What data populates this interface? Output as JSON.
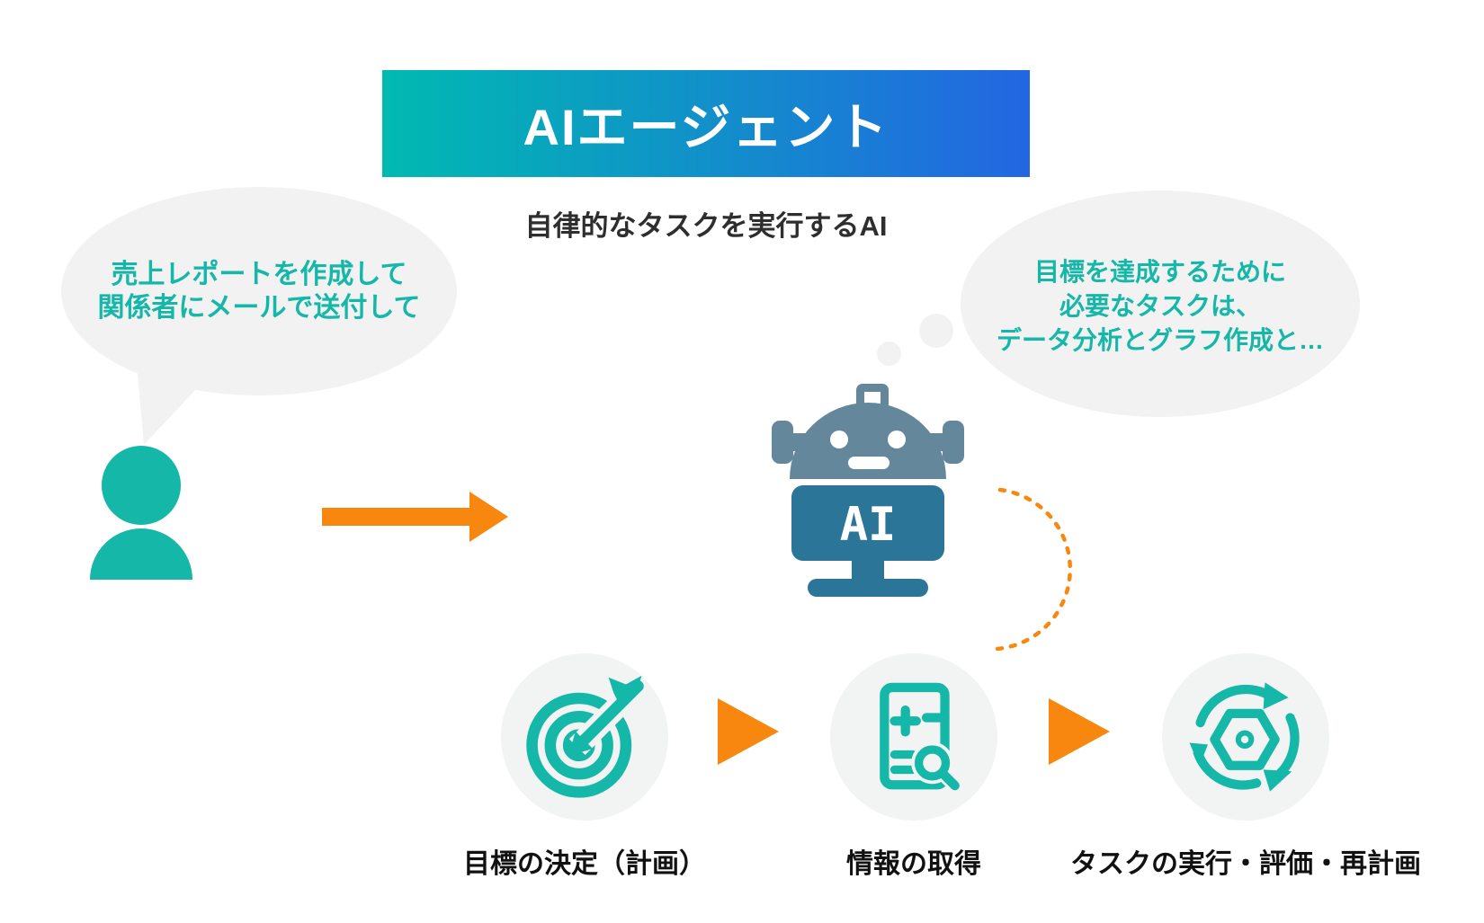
{
  "header": {
    "title": "AIエージェント",
    "subtitle": "自律的なタスクを実行するAI"
  },
  "user_bubble": {
    "lines": [
      "売上レポートを作成して",
      "関係者にメールで送付して"
    ]
  },
  "agent_bubble": {
    "lines": [
      "目標を達成するために",
      "必要なタスクは、",
      "データ分析とグラフ作成と…"
    ]
  },
  "robot": {
    "label": "AI"
  },
  "process": {
    "steps": [
      {
        "label": "目標の決定（計画）",
        "icon": "target-icon"
      },
      {
        "label": "情報の取得",
        "icon": "document-search-icon"
      },
      {
        "label": "タスクの実行・評価・再計画",
        "icon": "cycle-gear-icon"
      }
    ]
  },
  "colors": {
    "banner_gradient_start": "#00bab1",
    "banner_gradient_end": "#2366e2",
    "teal": "#15b7a8",
    "orange": "#f7870f",
    "robot_head": "#64879c",
    "robot_body": "#2b7599",
    "bubble_bg": "#f2f2f2",
    "label_text": "#111111",
    "subtitle_text": "#2e2e2e"
  }
}
